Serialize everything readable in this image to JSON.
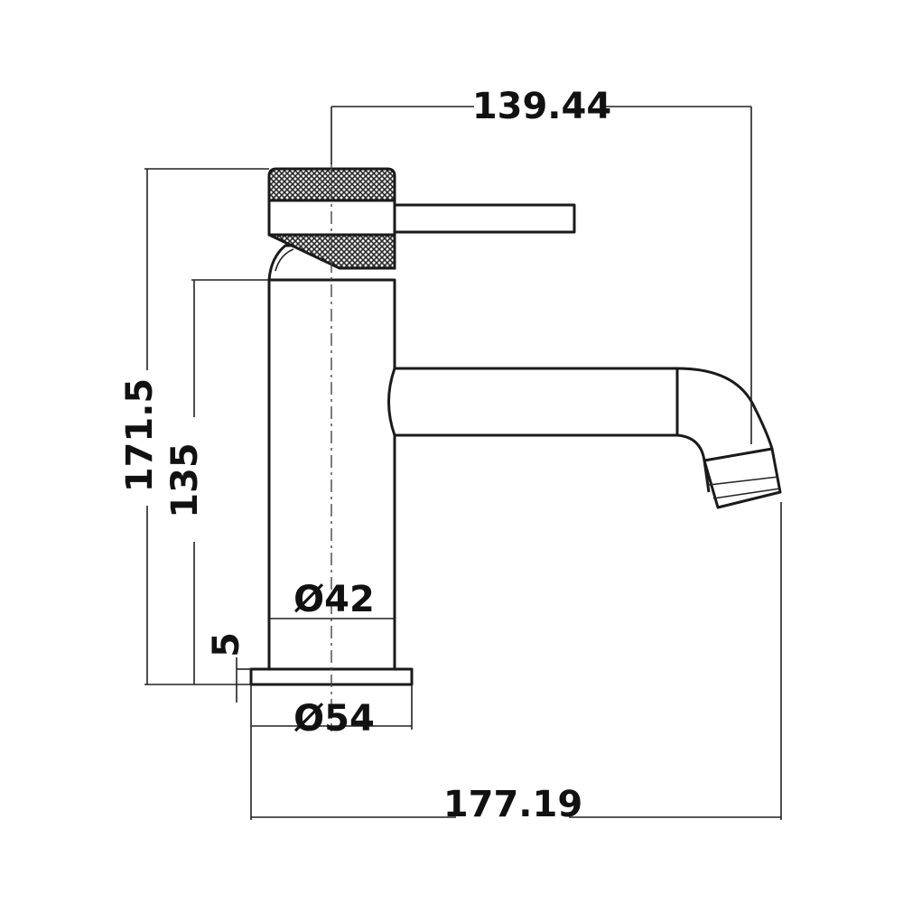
{
  "dimensions": {
    "spout_reach": "139.44",
    "overall_height": "171.5",
    "body_height": "135",
    "base_thickness": "5",
    "body_diameter": "Ø42",
    "base_diameter": "Ø54",
    "overall_depth": "177.19"
  },
  "colors": {
    "line": "#1a1a1a",
    "knurl": "#2b2b2b",
    "background": "#ffffff"
  }
}
